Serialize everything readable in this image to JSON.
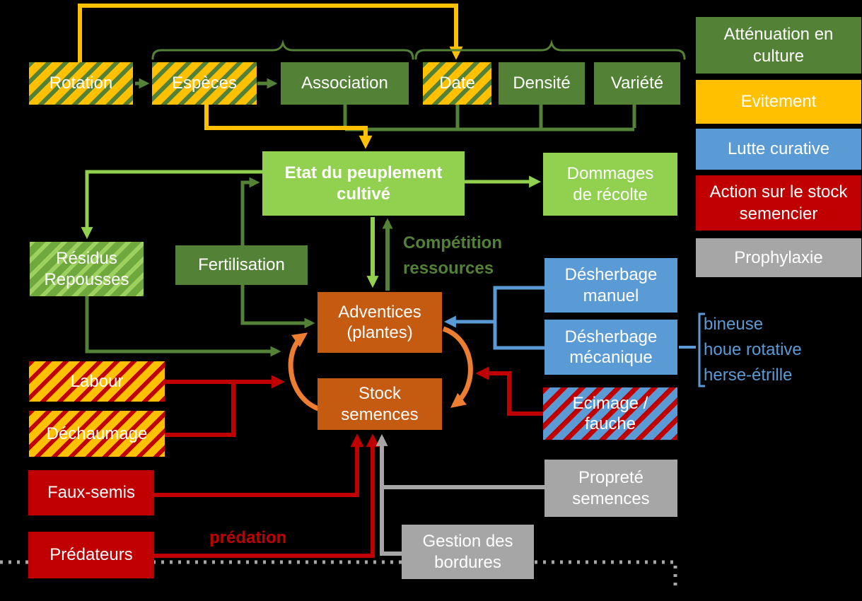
{
  "nodes": {
    "rotation": "Rotation",
    "especes": "Espèces",
    "association": "Association",
    "date": "Date",
    "densite": "Densité",
    "variete": "Variété",
    "etat": "Etat du peuplement cultivé",
    "dommages": "Dommages de récolte",
    "residus": "Résidus Repousses",
    "fertilisation": "Fertilisation",
    "adventices": "Adventices (plantes)",
    "stock": "Stock semences",
    "desherbage_manuel": "Désherbage manuel",
    "desherbage_mecanique": "Désherbage mécanique",
    "ecimage": "Ecimage / fauche",
    "proprete": "Propreté semences",
    "gestion": "Gestion des bordures",
    "labour": "Labour",
    "dechaumage": "Déchaumage",
    "faux_semis": "Faux-semis",
    "predateurs": "Prédateurs"
  },
  "annotations": {
    "competition": "Compétition ressources",
    "predation": "prédation",
    "mechanical_tools": [
      "bineuse",
      "houe rotative",
      "herse-étrille"
    ]
  },
  "legend": {
    "items": [
      {
        "label": "Atténuation en culture",
        "color": "#538135"
      },
      {
        "label": "Evitement",
        "color": "#FFC000"
      },
      {
        "label": "Lutte curative",
        "color": "#5B9BD5"
      },
      {
        "label": "Action sur le stock semencier",
        "color": "#C00000"
      },
      {
        "label": "Prophylaxie",
        "color": "#A6A6A6"
      }
    ]
  },
  "colors": {
    "dark_green": "#538135",
    "light_green": "#92D050",
    "yellow": "#FFC000",
    "blue": "#5B9BD5",
    "red": "#C00000",
    "gray": "#A6A6A6",
    "orange_box": "#C55A11",
    "orange_arrow": "#ED7D31",
    "background": "#000000"
  }
}
